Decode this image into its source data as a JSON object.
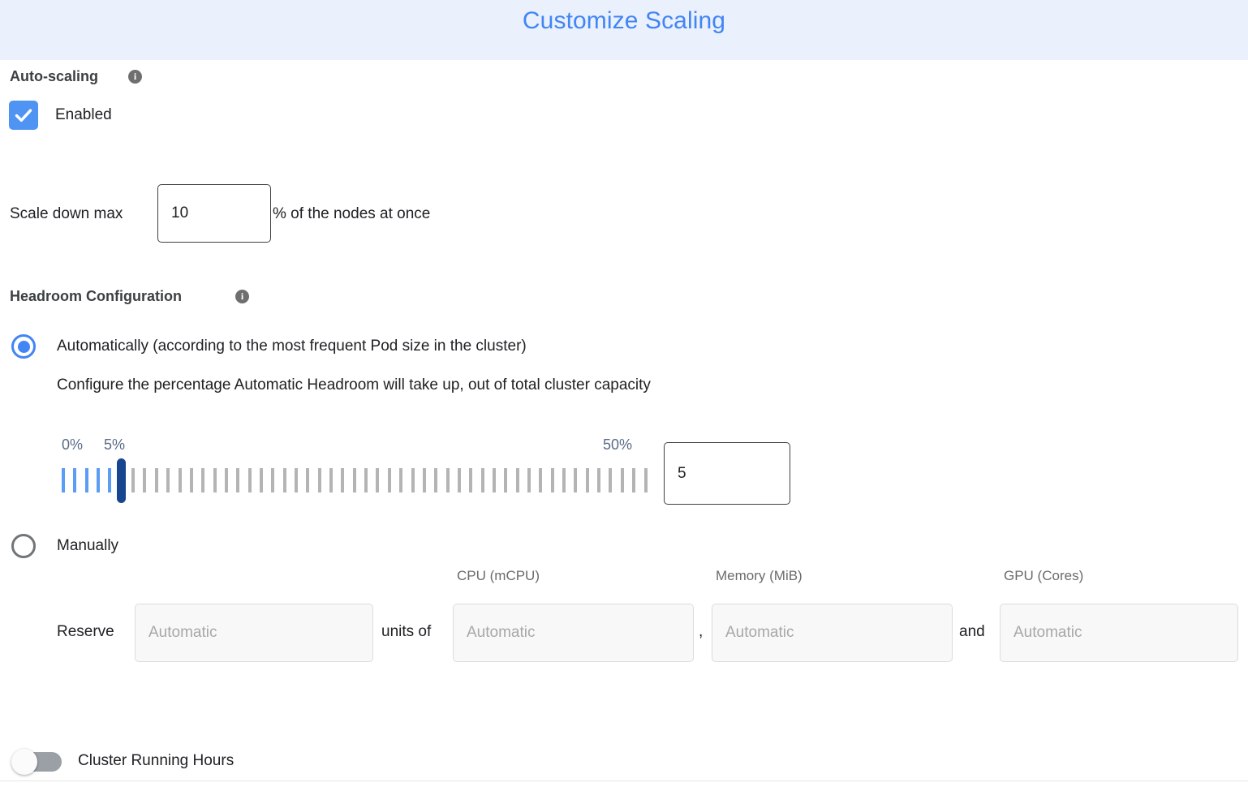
{
  "header": {
    "title": "Customize Scaling",
    "background_color": "#eaf1fd",
    "title_color": "#4285f4"
  },
  "autoscaling": {
    "section_label": "Auto-scaling",
    "info_icon": "info-icon",
    "info_glyph": "i",
    "enabled_label": "Enabled",
    "enabled_checked": true,
    "checkbox_color": "#5094f3"
  },
  "scale_down": {
    "prefix_label": "Scale down max",
    "value": "10",
    "suffix_label": "% of the nodes at once"
  },
  "headroom": {
    "section_label": "Headroom Configuration",
    "info_icon": "info-icon",
    "info_glyph": "i",
    "option_automatic_label": "Automatically (according to the most frequent Pod size in the cluster)",
    "option_automatic_selected": true,
    "automatic_description": "Configure the percentage Automatic Headroom will take up, out of total cluster capacity",
    "option_manual_label": "Manually",
    "option_manual_selected": false
  },
  "slider": {
    "min_label": "0%",
    "value_label": "5%",
    "max_label": "50%",
    "min": 0,
    "max": 50,
    "value": 5,
    "tick_count": 51,
    "filled_color": "#5b9cf5",
    "empty_color": "#b4b4b4",
    "thumb_color": "#17458f",
    "input_value": "5"
  },
  "manual_reserve": {
    "reserve_label": "Reserve",
    "units_of_label": "units of",
    "comma_label": ",",
    "and_label": "and",
    "columns": [
      {
        "header": "",
        "placeholder": "Automatic",
        "value": ""
      },
      {
        "header": "CPU (mCPU)",
        "placeholder": "Automatic",
        "value": ""
      },
      {
        "header": "Memory (MiB)",
        "placeholder": "Automatic",
        "value": ""
      },
      {
        "header": "GPU (Cores)",
        "placeholder": "Automatic",
        "value": ""
      }
    ]
  },
  "cluster_running_hours": {
    "label": "Cluster Running Hours",
    "enabled": false,
    "track_color": "#9aa0a6"
  }
}
